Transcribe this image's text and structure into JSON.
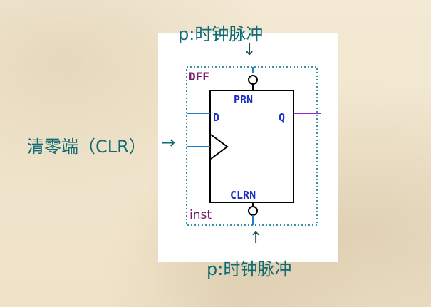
{
  "labels": {
    "top_clock": "p:时钟脉冲",
    "bottom_clock": "p:时钟脉冲",
    "clear_end": "清零端（CLR）"
  },
  "arrows": {
    "down": "↓",
    "up": "↑",
    "right": "→"
  },
  "component": {
    "type_label": "DFF",
    "instance_label": "inst",
    "pin_prn": "PRN",
    "pin_d": "D",
    "pin_q": "Q",
    "pin_clrn": "CLRN"
  },
  "colors": {
    "label_text": "#0f6a73",
    "component_name": "#7a1a6e",
    "pin_text": "#1a2fc4",
    "wire_input": "#1e7fd0",
    "wire_output": "#8a2be2",
    "dotted_border": "#3a8fa0",
    "background": "#f1e6cf"
  }
}
